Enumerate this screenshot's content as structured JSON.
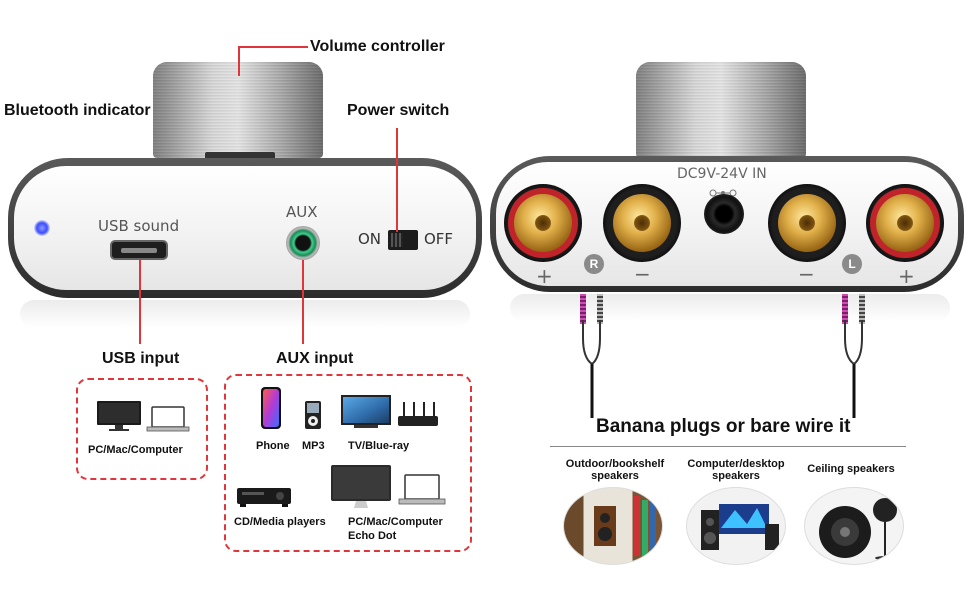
{
  "callouts": {
    "volume_controller": "Volume controller",
    "bluetooth_indicator": "Bluetooth indicator",
    "power_switch": "Power switch",
    "usb_input": "USB input",
    "aux_input": "AUX input",
    "banana": "Banana plugs or bare wire it"
  },
  "front_panel": {
    "usb_label": "USB sound",
    "aux_label": "AUX",
    "on_label": "ON",
    "off_label": "OFF"
  },
  "back_panel": {
    "dc_label": "DC9V-24V IN",
    "right_channel": "R",
    "left_channel": "L",
    "plus": "+",
    "minus": "−"
  },
  "usb_devices": {
    "caption": "PC/Mac/Computer"
  },
  "aux_devices": {
    "phone": "Phone",
    "mp3": "MP3",
    "tv": "TV/Blue-ray",
    "cd": "CD/Media players",
    "pc_line1": "PC/Mac/Computer",
    "pc_line2": "Echo Dot"
  },
  "speakers": {
    "outdoor": "Outdoor/bookshelf speakers",
    "computer": "Computer/desktop speakers",
    "ceiling": "Ceiling speakers"
  },
  "colors": {
    "accent_red": "#e0353a",
    "bluetooth_led": "#3b4dff",
    "aux_ring": "#3fcf8e"
  }
}
